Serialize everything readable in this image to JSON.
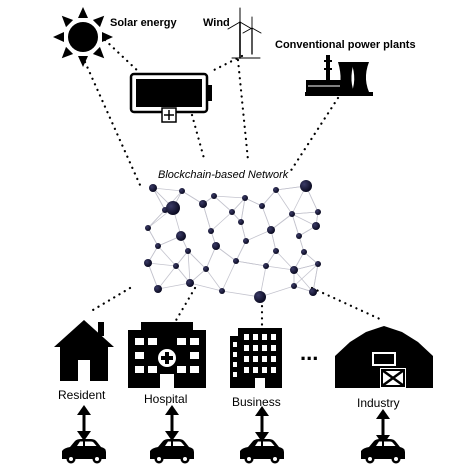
{
  "labels": {
    "solar": "Solar energy",
    "wind": "Wind",
    "conventional": "Conventional power plants",
    "storage": "Storage",
    "network": "Blockchain-based Network",
    "resident": "Resident",
    "hospital": "Hospital",
    "business": "Business",
    "industry": "Industry",
    "ellipsis": "..."
  }
}
